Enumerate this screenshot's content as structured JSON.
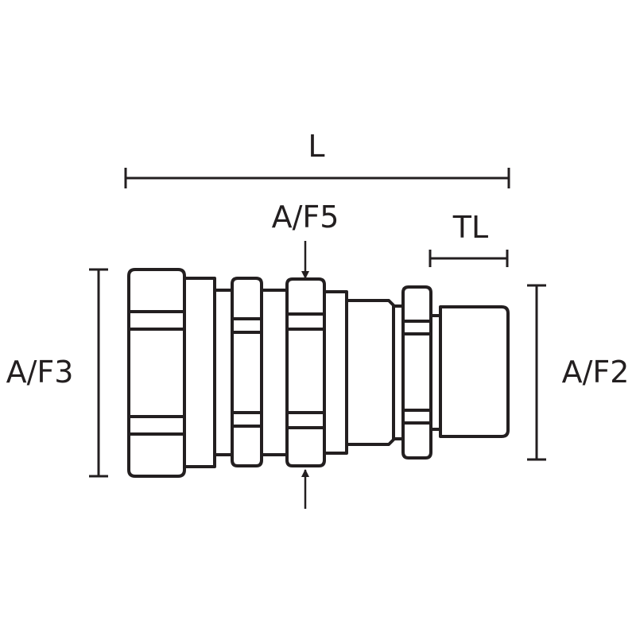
{
  "labels": {
    "length": "L",
    "thread_length": "TL",
    "across_flats_5": "A/F5",
    "across_flats_3": "A/F3",
    "across_flats_2": "A/F2"
  },
  "colors": {
    "stroke": "#231f20",
    "background": "#ffffff"
  }
}
